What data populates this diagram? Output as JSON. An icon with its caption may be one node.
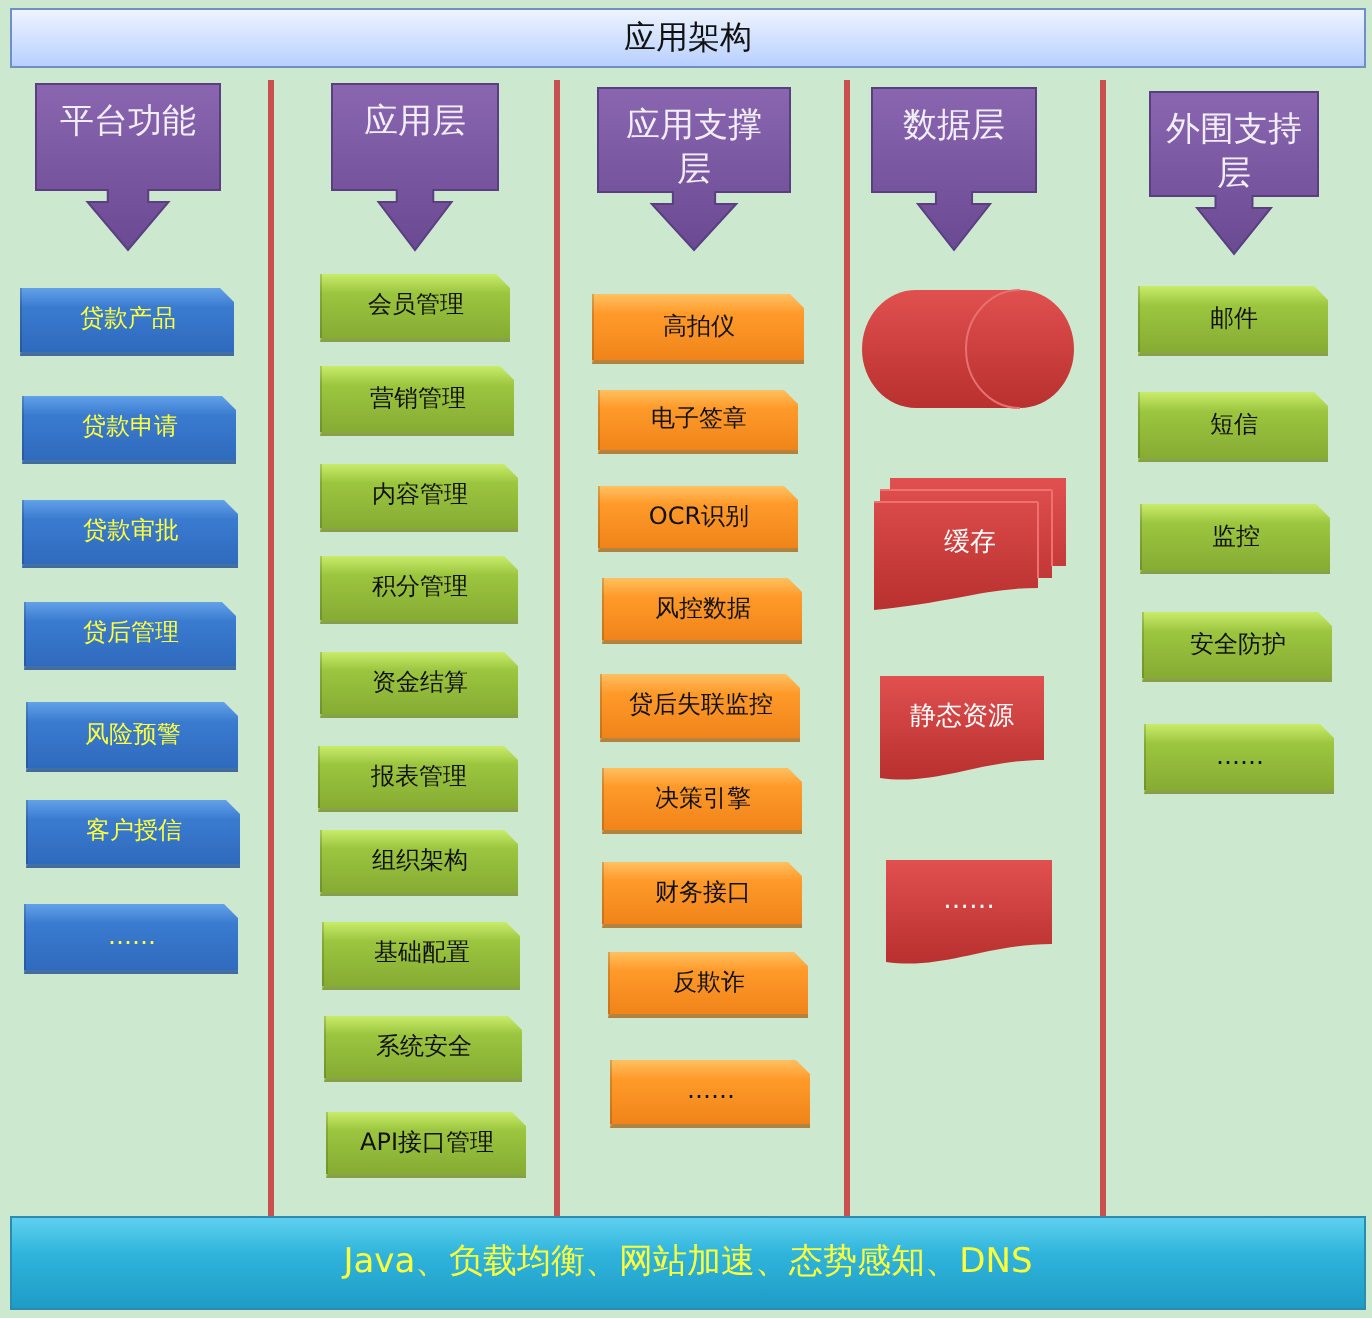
{
  "diagram": {
    "title": "应用架构",
    "nodes": [
      {
        "text": [
          "平台功能"
        ]
      },
      {
        "text": [
          "贷款产品"
        ]
      },
      {
        "text": [
          "贷款申请"
        ]
      },
      {
        "text": [
          "贷款审批"
        ]
      },
      {
        "text": [
          "贷后管理"
        ]
      },
      {
        "text": [
          "风险预警"
        ]
      },
      {
        "text": [
          "客户授信"
        ]
      },
      {
        "text": [
          "……"
        ]
      },
      {
        "text": [
          "应用层"
        ]
      },
      {
        "text": [
          "会员管理"
        ]
      },
      {
        "text": [
          "营销管理"
        ]
      },
      {
        "text": [
          "内容管理"
        ]
      },
      {
        "text": [
          "积分管理"
        ]
      },
      {
        "text": [
          "资金结算"
        ]
      },
      {
        "text": [
          "报表管理"
        ]
      },
      {
        "text": [
          "组织架构"
        ]
      },
      {
        "text": [
          "基础配置"
        ]
      },
      {
        "text": [
          "系统安全"
        ]
      },
      {
        "text": [
          "API接口管理"
        ]
      },
      {
        "text": [
          "应用支撑层"
        ]
      },
      {
        "text": [
          "高拍仪"
        ]
      },
      {
        "text": [
          "电子签章"
        ]
      },
      {
        "text": [
          "OCR识别"
        ]
      },
      {
        "text": [
          "风控数据"
        ]
      },
      {
        "text": [
          "贷后失联监控"
        ]
      },
      {
        "text": [
          "决策引擎"
        ]
      },
      {
        "text": [
          "财务接口"
        ]
      },
      {
        "text": [
          "反欺诈"
        ]
      },
      {
        "text": [
          "……"
        ]
      },
      {
        "text": [
          "数据层"
        ]
      },
      {
        "text": [],
        "shape": "cylinder"
      },
      {
        "text": [
          "缓存"
        ]
      },
      {
        "text": [
          "静态资源"
        ]
      },
      {
        "text": [
          "……"
        ]
      },
      {
        "text": [
          "外围支持层"
        ]
      },
      {
        "text": [
          "邮件"
        ]
      },
      {
        "text": [
          "短信"
        ]
      },
      {
        "text": [
          "监控"
        ]
      },
      {
        "text": [
          "安全防护"
        ]
      },
      {
        "text": [
          "……"
        ]
      },
      {
        "text": [
          "Java、负载均衡、网站加速、态势感知、DNS"
        ]
      }
    ],
    "edges": []
  }
}
